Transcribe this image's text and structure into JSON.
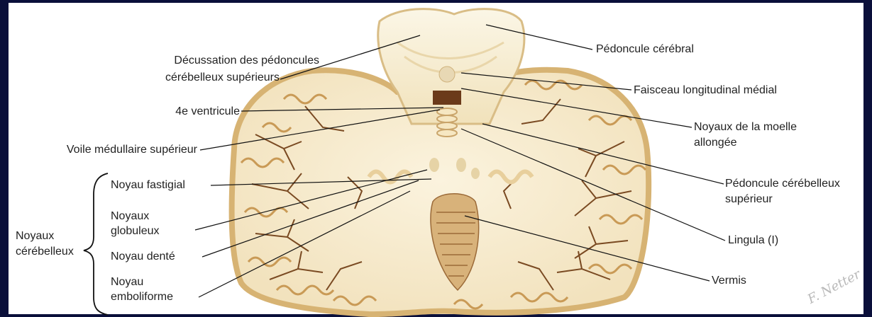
{
  "labels": {
    "pedoncule_cerebral": "Pédoncule cérébral",
    "decussation_line1": "Décussation des pédoncules",
    "decussation_line2": "cérébelleux supérieurs",
    "faisceau": "Faisceau longitudinal médial",
    "ventricule": "4e ventricule",
    "noyaux_moelle_line1": "Noyaux de la moelle",
    "noyaux_moelle_line2": "allongée",
    "voile": "Voile médullaire supérieur",
    "pedoncule_cb_line1": "Pédoncule cérébelleux",
    "pedoncule_cb_line2": "supérieur",
    "noyau_fastigial": "Noyau fastigial",
    "noyaux_globuleux_line1": "Noyaux",
    "noyaux_globuleux_line2": "globuleux",
    "noyau_dente": "Noyau denté",
    "noyau_emboliforme_line1": "Noyau",
    "noyau_emboliforme_line2": "emboliforme",
    "noyaux_cerebelleux_line1": "Noyaux",
    "noyaux_cerebelleux_line2": "cérébelleux",
    "lingula": "Lingula (I)",
    "vermis": "Vermis"
  },
  "signature": "F. Netter",
  "colors": {
    "background": "#0a0f3a",
    "panel": "#ffffff",
    "tissue": "#f3e6c4",
    "cortex": "#e4c58a",
    "sulci": "#7a4a22"
  }
}
